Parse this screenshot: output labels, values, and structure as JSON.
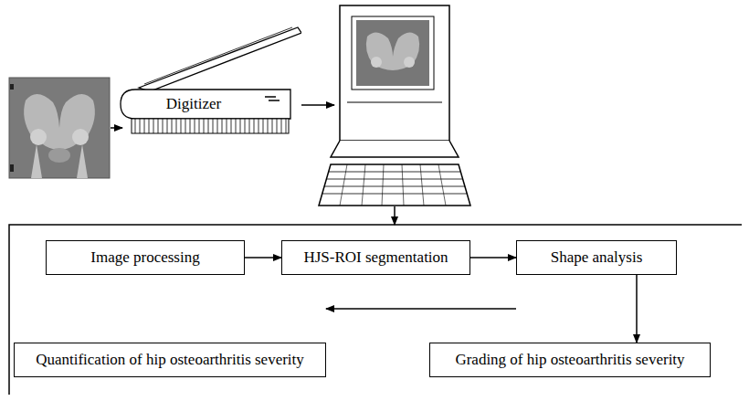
{
  "diagram": {
    "nodes": [
      {
        "text": [
          "Digitizer"
        ]
      },
      {
        "text": [
          "Image processing"
        ]
      },
      {
        "text": [
          "HJS-ROI segmentation"
        ]
      },
      {
        "text": [
          "Shape analysis"
        ]
      },
      {
        "text": [
          "Quantification of hip osteoarthritis severity"
        ]
      },
      {
        "text": [
          "Grading of hip osteoarthritis severity"
        ]
      }
    ],
    "edges": [
      {
        "from": 1,
        "to": 2,
        "arrow": "to"
      },
      {
        "from": 2,
        "to": 3,
        "arrow": "to"
      },
      {
        "from": 3,
        "to": 4,
        "arrow": "to"
      },
      {
        "from": 3,
        "to": 5,
        "arrow": "to"
      }
    ]
  }
}
